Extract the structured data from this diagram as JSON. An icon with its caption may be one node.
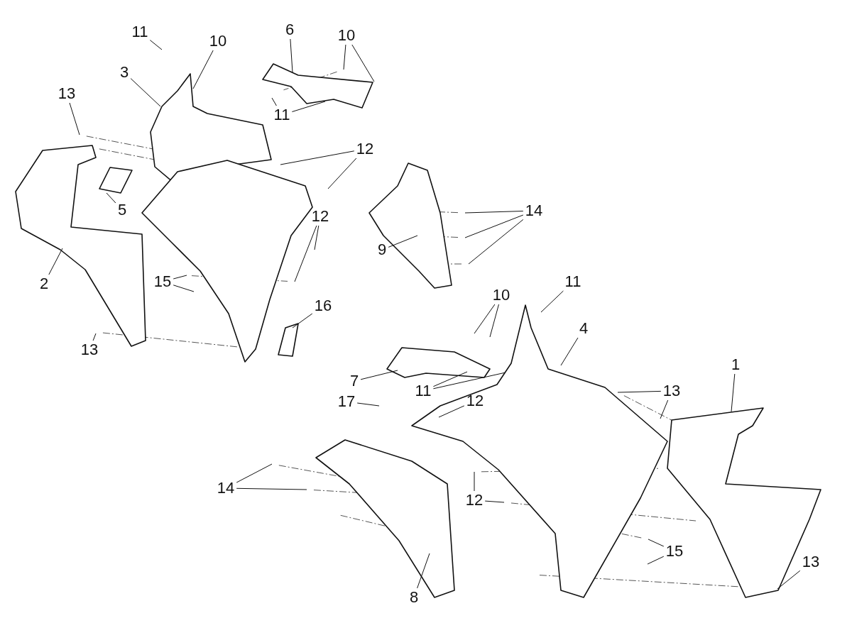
{
  "diagram": {
    "nodes": [
      {
        "text": [
          "11"
        ]
      },
      {
        "text": [
          "6"
        ]
      },
      {
        "text": [
          "10"
        ]
      },
      {
        "text": [
          "10"
        ]
      },
      {
        "text": [
          "3"
        ]
      },
      {
        "text": [
          "13"
        ]
      },
      {
        "text": [
          "11"
        ]
      },
      {
        "text": [
          "12"
        ]
      },
      {
        "text": [
          "5"
        ]
      },
      {
        "text": [
          "14"
        ]
      },
      {
        "text": [
          "12"
        ]
      },
      {
        "text": [
          "9"
        ]
      },
      {
        "text": [
          "2"
        ]
      },
      {
        "text": [
          "15"
        ]
      },
      {
        "text": [
          "11"
        ]
      },
      {
        "text": [
          "10"
        ]
      },
      {
        "text": [
          "16"
        ]
      },
      {
        "text": [
          "13"
        ]
      },
      {
        "text": [
          "4"
        ]
      },
      {
        "text": [
          "1"
        ]
      },
      {
        "text": [
          "7"
        ]
      },
      {
        "text": [
          "11"
        ]
      },
      {
        "text": [
          "13"
        ]
      },
      {
        "text": [
          "12"
        ]
      },
      {
        "text": [
          "17"
        ]
      },
      {
        "text": [
          "14"
        ]
      },
      {
        "text": [
          "12"
        ]
      },
      {
        "text": [
          "15"
        ]
      },
      {
        "text": [
          "13"
        ]
      },
      {
        "text": [
          "8"
        ]
      }
    ],
    "edges": [
      {
        "from": 0,
        "to": null,
        "arrow": "none"
      },
      {
        "from": 1,
        "to": null,
        "arrow": "none"
      },
      {
        "from": 2,
        "to": null,
        "arrow": "none"
      },
      {
        "from": 3,
        "to": null,
        "arrow": "none"
      },
      {
        "from": 3,
        "to": null,
        "arrow": "none"
      },
      {
        "from": 4,
        "to": null,
        "arrow": "none"
      },
      {
        "from": 5,
        "to": null,
        "arrow": "none"
      },
      {
        "from": 6,
        "to": null,
        "arrow": "none"
      },
      {
        "from": 6,
        "to": null,
        "arrow": "none"
      },
      {
        "from": 7,
        "to": null,
        "arrow": "none"
      },
      {
        "from": 7,
        "to": null,
        "arrow": "none"
      },
      {
        "from": 8,
        "to": null,
        "arrow": "none"
      },
      {
        "from": 9,
        "to": null,
        "arrow": "none"
      },
      {
        "from": 9,
        "to": null,
        "arrow": "none"
      },
      {
        "from": 9,
        "to": null,
        "arrow": "none"
      },
      {
        "from": 10,
        "to": null,
        "arrow": "none"
      },
      {
        "from": 10,
        "to": null,
        "arrow": "none"
      },
      {
        "from": 11,
        "to": null,
        "arrow": "none"
      },
      {
        "from": 12,
        "to": null,
        "arrow": "none"
      },
      {
        "from": 13,
        "to": null,
        "arrow": "none"
      },
      {
        "from": 13,
        "to": null,
        "arrow": "none"
      },
      {
        "from": 14,
        "to": null,
        "arrow": "none"
      },
      {
        "from": 15,
        "to": null,
        "arrow": "none"
      },
      {
        "from": 15,
        "to": null,
        "arrow": "none"
      },
      {
        "from": 16,
        "to": null,
        "arrow": "none"
      },
      {
        "from": 17,
        "to": null,
        "arrow": "none"
      },
      {
        "from": 18,
        "to": null,
        "arrow": "none"
      },
      {
        "from": 19,
        "to": null,
        "arrow": "none"
      },
      {
        "from": 20,
        "to": null,
        "arrow": "none"
      },
      {
        "from": 21,
        "to": null,
        "arrow": "none"
      },
      {
        "from": 21,
        "to": null,
        "arrow": "none"
      },
      {
        "from": 22,
        "to": null,
        "arrow": "none"
      },
      {
        "from": 22,
        "to": null,
        "arrow": "none"
      },
      {
        "from": 23,
        "to": null,
        "arrow": "none"
      },
      {
        "from": 24,
        "to": null,
        "arrow": "none"
      },
      {
        "from": 25,
        "to": null,
        "arrow": "none"
      },
      {
        "from": 25,
        "to": null,
        "arrow": "none"
      },
      {
        "from": 26,
        "to": null,
        "arrow": "none"
      },
      {
        "from": 26,
        "to": null,
        "arrow": "none"
      },
      {
        "from": 27,
        "to": null,
        "arrow": "none"
      },
      {
        "from": 27,
        "to": null,
        "arrow": "none"
      },
      {
        "from": 28,
        "to": null,
        "arrow": "none"
      },
      {
        "from": 29,
        "to": null,
        "arrow": "none"
      }
    ]
  }
}
